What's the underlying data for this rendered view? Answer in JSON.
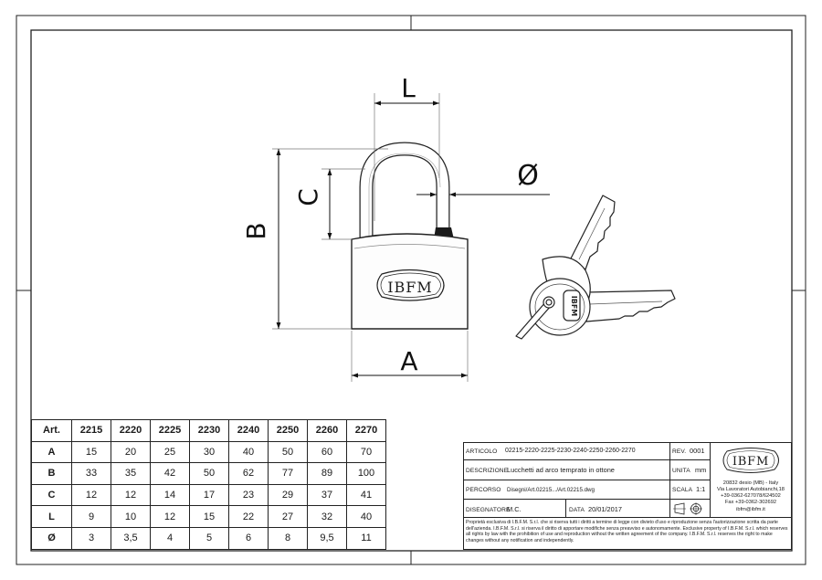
{
  "drawing": {
    "dim_labels": {
      "L": "L",
      "C": "C",
      "B": "B",
      "A": "A",
      "D": "Ø"
    },
    "body_logo": "IBFM",
    "key_logo": "IBFM"
  },
  "table": {
    "header": [
      "Art.",
      "2215",
      "2220",
      "2225",
      "2230",
      "2240",
      "2250",
      "2260",
      "2270"
    ],
    "rows": [
      {
        "label": "A",
        "values": [
          "15",
          "20",
          "25",
          "30",
          "40",
          "50",
          "60",
          "70"
        ]
      },
      {
        "label": "B",
        "values": [
          "33",
          "35",
          "42",
          "50",
          "62",
          "77",
          "89",
          "100"
        ]
      },
      {
        "label": "C",
        "values": [
          "12",
          "12",
          "14",
          "17",
          "23",
          "29",
          "37",
          "41"
        ]
      },
      {
        "label": "L",
        "values": [
          "9",
          "10",
          "12",
          "15",
          "22",
          "27",
          "32",
          "40"
        ]
      },
      {
        "label": "Ø",
        "values": [
          "3",
          "3,5",
          "4",
          "5",
          "6",
          "8",
          "9,5",
          "11"
        ]
      }
    ]
  },
  "title_block": {
    "articolo_label": "ARTICOLO",
    "articolo_value": "02215-2220-2225-2230-2240-2250-2260-2270",
    "rev_label": "REV.",
    "rev_value": "0001",
    "descrizione_label": "DESCRIZIONE",
    "descrizione_value": "Lucchetti ad arco temprato in ottone",
    "unita_label": "UNITA",
    "unita_value": "mm",
    "percorso_label": "PERCORSO",
    "percorso_value": "Disegni/Art.02215.../Art.02215.dwg",
    "scala_label": "SCALA",
    "scala_value": "1:1",
    "disegnatore_label": "DISEGNATORE",
    "disegnatore_value": "M.C.",
    "data_label": "DATA",
    "data_value": "20/01/2017",
    "logo": "IBFM",
    "address": [
      "20832 desio (MB) - Italy",
      "Via Lavoratori Autobianchi,18",
      "+39-0362-627078/624502",
      "Fax +39-0362-302692",
      "ibfm@ibfm.it"
    ],
    "note_it": "Proprietà esclusiva di I.B.F.M. S.r.l. che si riserva tutti i diritti a termine di legge con divieto d'uso e riproduzione senza l'autorizzazione scritta da parte dell'azienda. I.B.F.M. S.r.l. si riserva il diritto di apportare modifiche senza preavviso e autonomamente.",
    "note_en": "Exclusive property of I.B.F.M. S.r.l. which reserves all rights by law with the prohibition of use and reproduction without the written agreement of the company. I.B.F.M. S.r.l. reserves the right to make changes without any notification and independently."
  }
}
